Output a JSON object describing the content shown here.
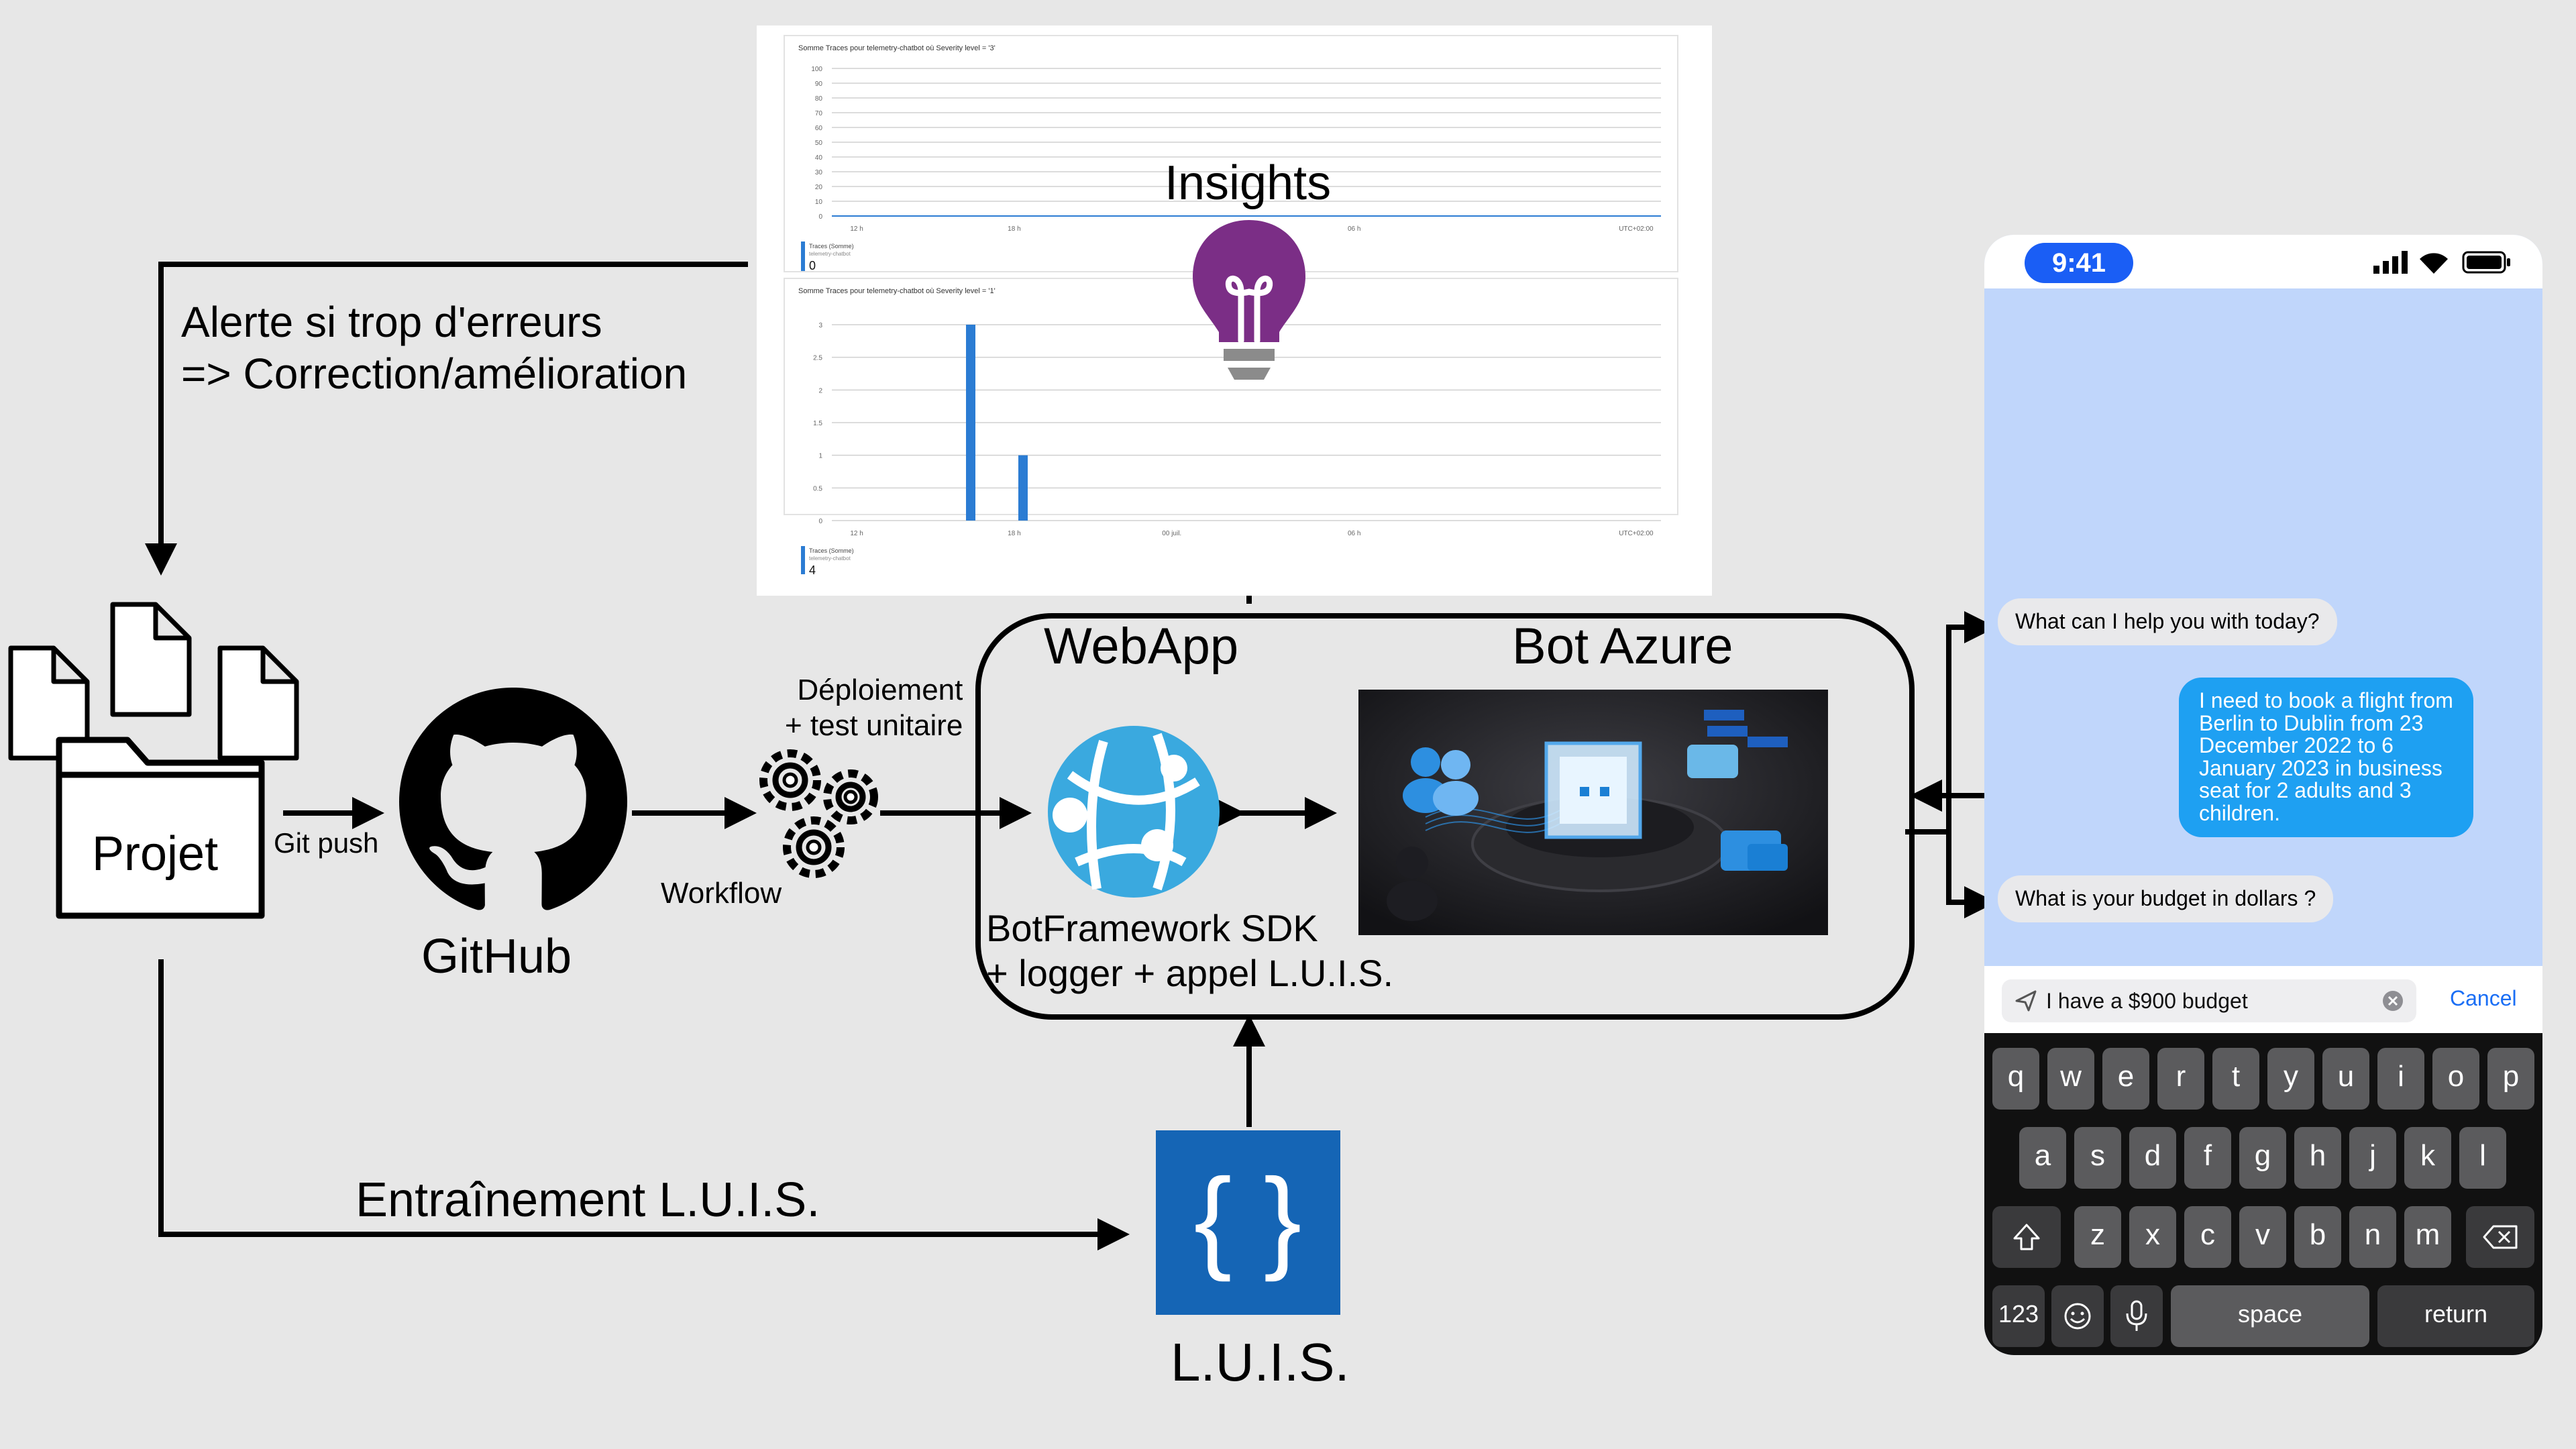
{
  "colors": {
    "background": "#e7e7e7",
    "bar_blue": "#2b7cd3",
    "insights_purple": "#7b2e86",
    "luis_blue": "#1565b5",
    "azure_blue": "#3aa9df",
    "phone_bg": "#c0d6fb",
    "user_bubble": "#1ea0f2"
  },
  "icons": [
    "document-icon",
    "folder-icon",
    "github-icon",
    "gears-icon",
    "webapp-globe-icon",
    "insights-lightbulb-icon",
    "luis-braces-icon",
    "bot-azure-illustration",
    "signal-icon",
    "wifi-icon",
    "battery-icon",
    "send-icon",
    "clear-icon",
    "shift-icon",
    "delete-icon",
    "emoji-icon",
    "mic-icon"
  ],
  "labels": {
    "alert": "Alerte si trop d'erreurs\n=> Correction/amélioration",
    "projet": "Projet",
    "git_push": "Git push",
    "github": "GitHub",
    "workflow": "Workflow",
    "deploiement": "Déploiement\n+ test unitaire",
    "webapp": "WebApp",
    "bot_azure": "Bot Azure",
    "botframework": "BotFramework SDK\n+ logger + appel L.U.I.S.",
    "insights": "Insights",
    "entrainement": "Entraînement L.U.I.S.",
    "luis": "L.U.I.S."
  },
  "chart_data": [
    {
      "type": "line",
      "title": "Somme Traces pour telemetry-chatbot où Severity level = '3'",
      "y_ticks": [
        "100",
        "90",
        "80",
        "70",
        "60",
        "50",
        "40",
        "30",
        "20",
        "10",
        "0"
      ],
      "x_ticks": [
        "12 h",
        "18 h",
        "",
        "06 h",
        "UTC+02:00"
      ],
      "legend": {
        "name": "Traces (Somme)",
        "sub": "telemetry-chatbot",
        "value": "0"
      },
      "series": [
        {
          "values": [
            0,
            0,
            0,
            0,
            0,
            0,
            0,
            0
          ]
        }
      ]
    },
    {
      "type": "bar",
      "title": "Somme Traces pour telemetry-chatbot où Severity level = '1'",
      "y_ticks": [
        "3",
        "2.5",
        "2",
        "1.5",
        "1",
        "0.5",
        "0"
      ],
      "x_ticks": [
        "12 h",
        "18 h",
        "00 juil.",
        "06 h",
        "UTC+02:00"
      ],
      "legend": {
        "name": "Traces (Somme)",
        "sub": "telemetry-chatbot",
        "value": "4"
      },
      "series": [
        {
          "values": [
            3,
            1
          ]
        }
      ]
    }
  ],
  "phone": {
    "time": "9:41",
    "messages": [
      {
        "from": "bot",
        "text": "What can I help you with today?"
      },
      {
        "from": "user",
        "text": "I need to book a flight from\nBerlin to Dublin from 23\nDecember 2022 to 6\nJanuary 2023 in business\nseat for 2 adults and 3\nchildren."
      },
      {
        "from": "bot",
        "text": "What is your budget in dollars ?"
      }
    ],
    "input_value": "I have a $900 budget",
    "cancel_label": "Cancel",
    "keyboard": {
      "row1": [
        "q",
        "w",
        "e",
        "r",
        "t",
        "y",
        "u",
        "i",
        "o",
        "p"
      ],
      "row2": [
        "a",
        "s",
        "d",
        "f",
        "g",
        "h",
        "j",
        "k",
        "l"
      ],
      "row3": [
        "z",
        "x",
        "c",
        "v",
        "b",
        "n",
        "m"
      ],
      "numbers_label": "123",
      "space_label": "space",
      "return_label": "return"
    }
  }
}
